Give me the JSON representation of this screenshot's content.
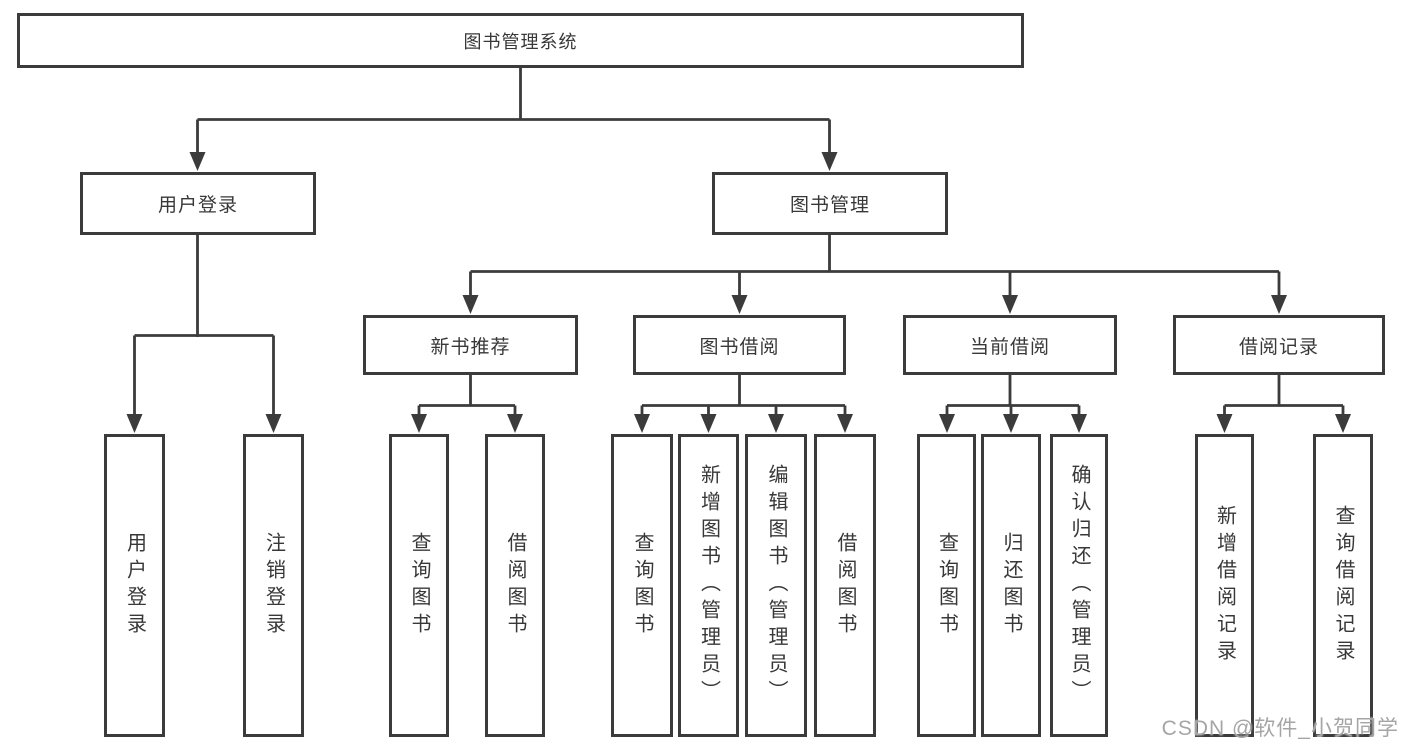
{
  "colors": {
    "line": "#3b3b3b",
    "border": "#3b3b3b",
    "text": "#383838",
    "watermark": "#a5a5a5",
    "background": "#ffffff"
  },
  "tree": {
    "root": "图书管理系统",
    "branches": [
      {
        "label": "用户登录",
        "children": [
          "用户登录",
          "注销登录"
        ]
      },
      {
        "label": "图书管理",
        "sections": [
          {
            "label": "新书推荐",
            "children": [
              "查询图书",
              "借阅图书"
            ]
          },
          {
            "label": "图书借阅",
            "children": [
              "查询图书",
              "新增图书（管理员）",
              "编辑图书（管理员）",
              "借阅图书"
            ]
          },
          {
            "label": "当前借阅",
            "children": [
              "查询图书",
              "归还图书",
              "确认归还（管理员）"
            ]
          },
          {
            "label": "借阅记录",
            "children": [
              "新增借阅记录",
              "查询借阅记录"
            ]
          }
        ]
      }
    ]
  },
  "watermark": "CSDN @软件_小贺同学"
}
